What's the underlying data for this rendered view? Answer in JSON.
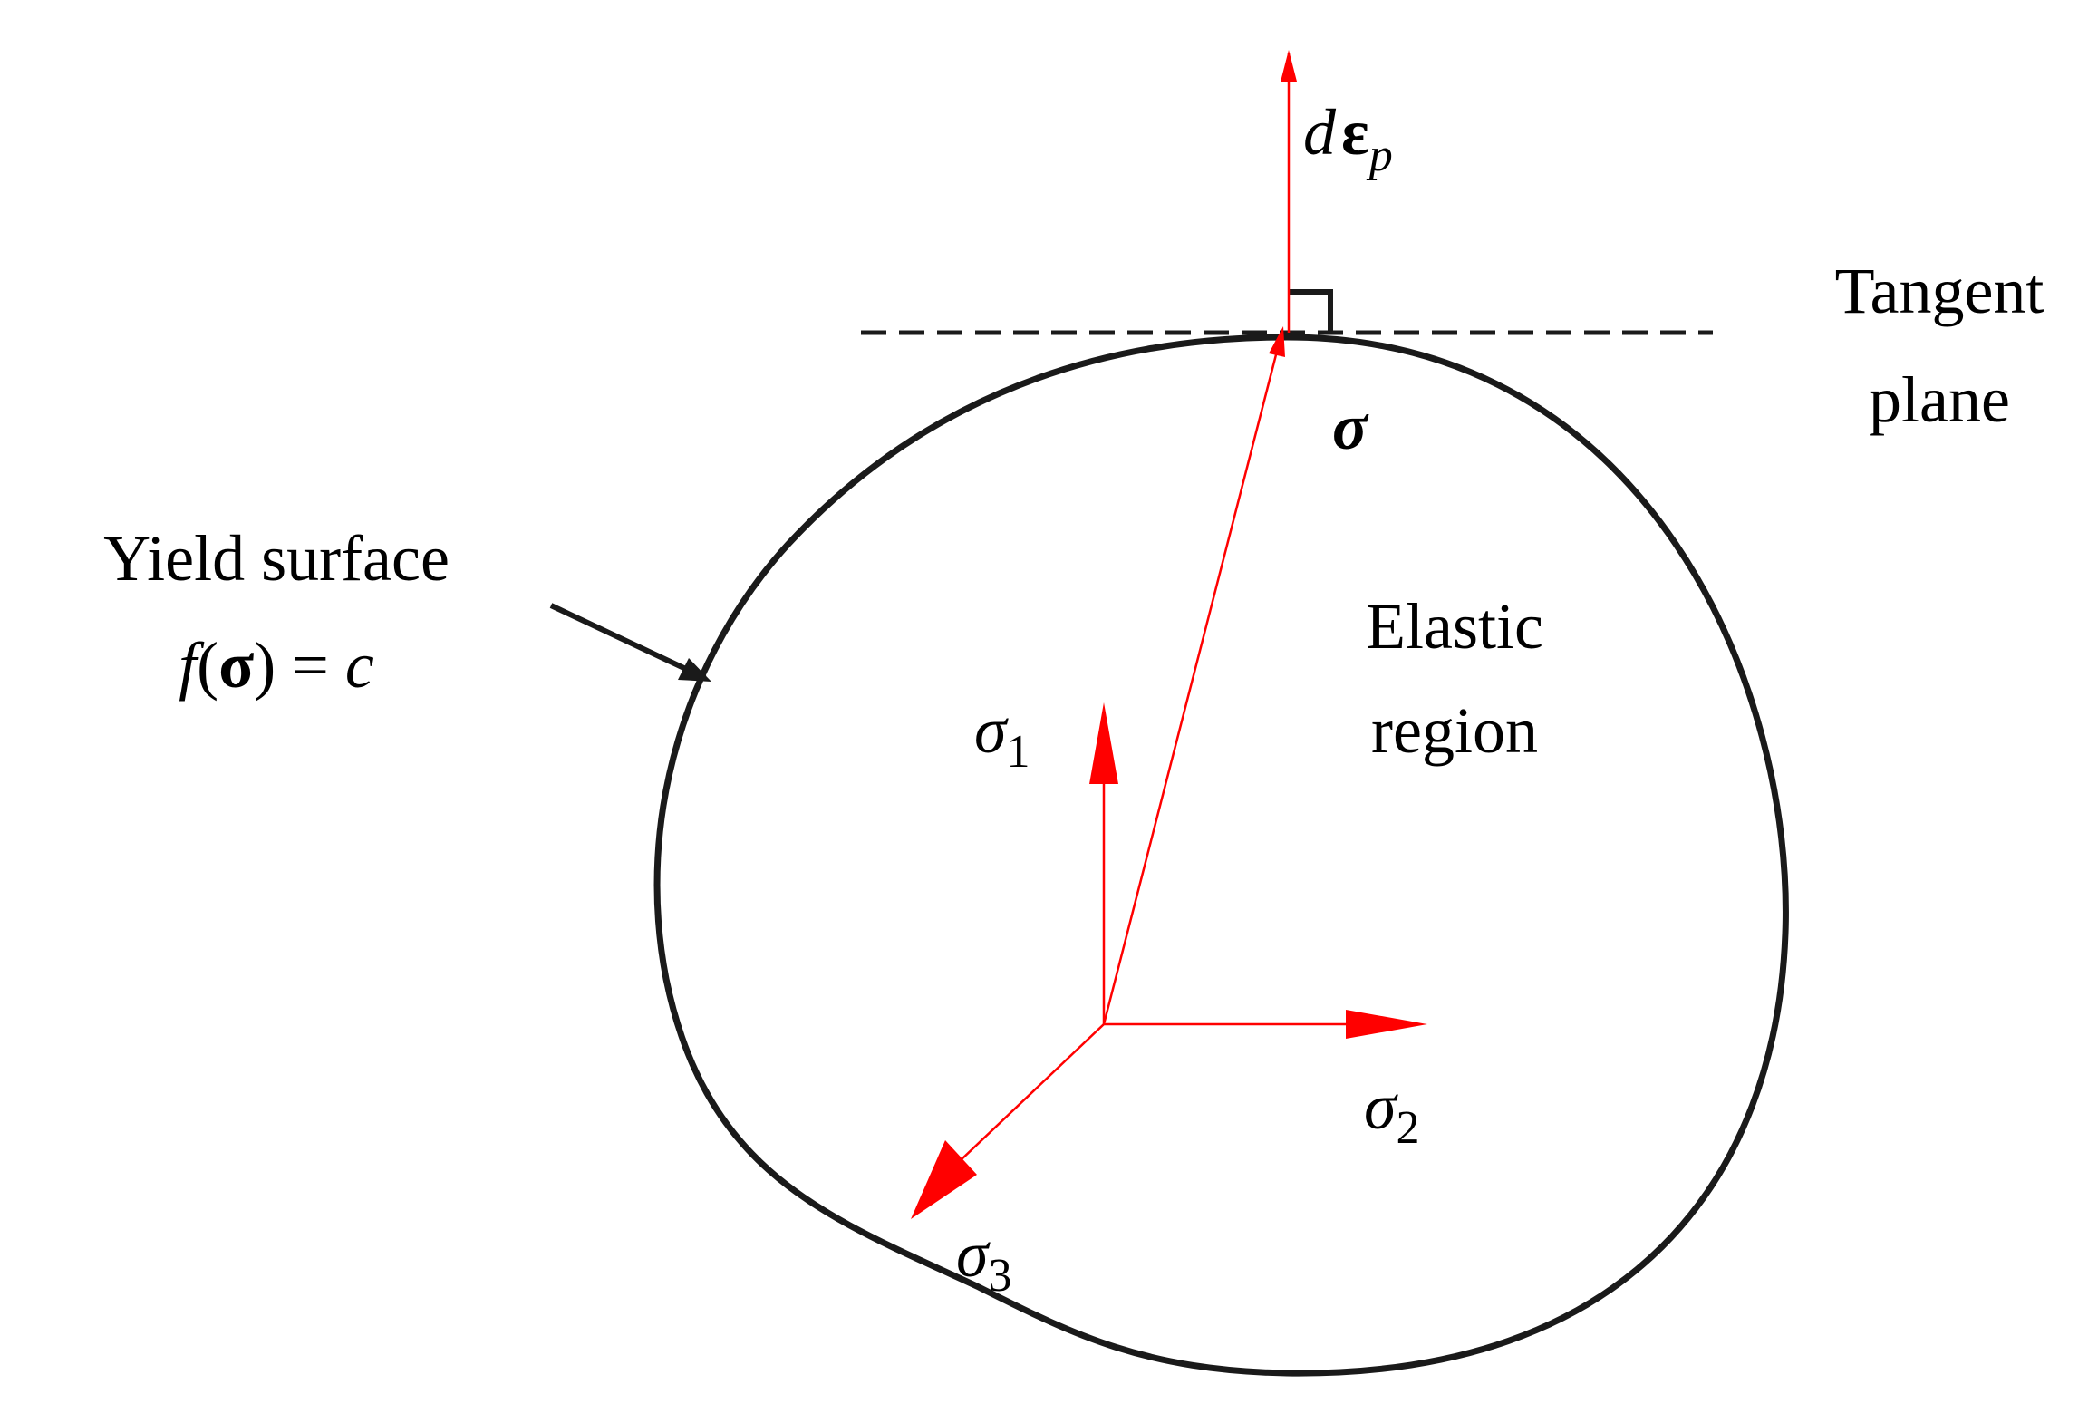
{
  "colors": {
    "outline": "#1a1a1a",
    "vector": "#ff0000",
    "text": "#000000"
  },
  "labels": {
    "tangent_line1": "Tangent",
    "tangent_line2": "plane",
    "yield_line1": "Yield surface",
    "yield_f": "f",
    "yield_paren_open": "(",
    "yield_sigma": "σ",
    "yield_rest": ") = ",
    "yield_c": "c",
    "elastic_line1": "Elastic",
    "elastic_line2": "region",
    "stress_point": "σ",
    "strain_d": "d",
    "strain_eps": "ε",
    "strain_sub": "p",
    "axis1_sym": "σ",
    "axis1_sub": "1",
    "axis2_sym": "σ",
    "axis2_sub": "2",
    "axis3_sym": "σ",
    "axis3_sub": "3"
  }
}
